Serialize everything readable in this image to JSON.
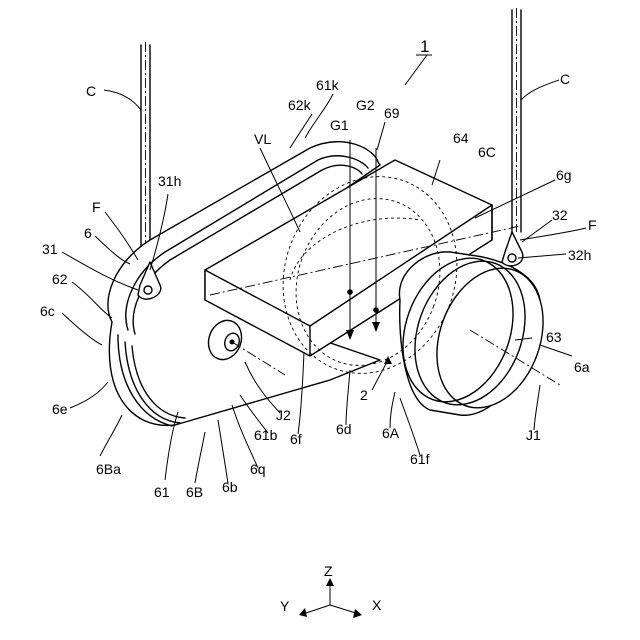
{
  "figure_number": "1",
  "labels": {
    "C_left": "C",
    "C_right": "C",
    "n69": "69",
    "n61k": "61k",
    "n62k": "62k",
    "G2": "G2",
    "G1": "G1",
    "VL": "VL",
    "n64": "64",
    "n6C": "6C",
    "n6g": "6g",
    "n32": "32",
    "F_right": "F",
    "n32h": "32h",
    "n31h": "31h",
    "F_left": "F",
    "n6": "6",
    "n31": "31",
    "n62": "62",
    "n6c": "6c",
    "n63": "63",
    "n6a": "6a",
    "n2": "2",
    "n6e": "6e",
    "J2": "J2",
    "n61b": "61b",
    "n6d": "6d",
    "n6A": "6A",
    "J1": "J1",
    "n6f": "6f",
    "n61f": "61f",
    "n6Ba": "6Ba",
    "n6q": "6q",
    "n61": "61",
    "n6B": "6B",
    "n6b": "6b"
  },
  "axes": {
    "z": "Z",
    "y": "Y",
    "x": "X"
  }
}
